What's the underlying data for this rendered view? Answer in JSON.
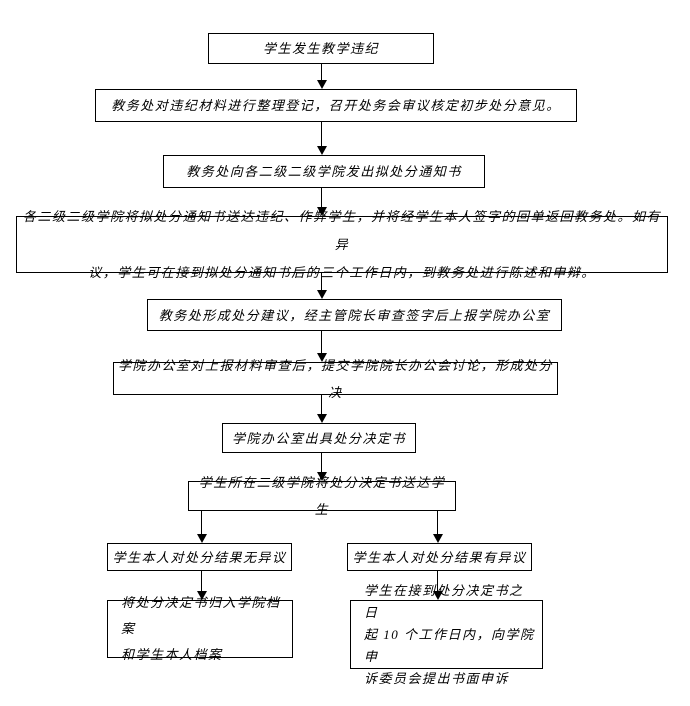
{
  "page": {
    "background_color": "#ffffff",
    "line_color": "#000000",
    "text_color": "#000000"
  },
  "flowchart": {
    "description": "学生教学违纪处分流程图",
    "nodes": {
      "n1": {
        "label": "学生发生教学违纪"
      },
      "n2": {
        "label": "教务处对违纪材料进行整理登记，召开处务会审议核定初步处分意见。"
      },
      "n3": {
        "label": "教务处向各二级二级学院发出拟处分通知书"
      },
      "n4": {
        "lines": [
          "各二级二级学院将拟处分通知书送达违纪、作弊学生，并将经学生本人签字的回单返回教务处。如有异",
          "议，学生可在接到拟处分通知书后的三个工作日内，到教务处进行陈述和申辩。"
        ]
      },
      "n5": {
        "label": "教务处形成处分建议，经主管院长审查签字后上报学院办公室"
      },
      "n6": {
        "label": "学院办公室对上报材料审查后，提交学院院长办公会讨论，形成处分决"
      },
      "n7": {
        "label": "学院办公室出具处分决定书"
      },
      "n8": {
        "label": "学生所在二级学院将处分决定书送达学生"
      },
      "n9": {
        "label": "学生本人对处分结果无异议"
      },
      "n10": {
        "label": "学生本人对处分结果有异议"
      },
      "n11": {
        "lines": [
          "将处分决定书归入学院档案",
          "和学生本人档案"
        ]
      },
      "n12": {
        "lines": [
          "学生在接到处分决定书之日",
          "起 10 个工作日内，向学院申",
          "诉委员会提出书面申诉"
        ]
      }
    },
    "edges": [
      {
        "from": "n1",
        "to": "n2"
      },
      {
        "from": "n2",
        "to": "n3"
      },
      {
        "from": "n3",
        "to": "n4"
      },
      {
        "from": "n4",
        "to": "n5"
      },
      {
        "from": "n5",
        "to": "n6"
      },
      {
        "from": "n6",
        "to": "n7"
      },
      {
        "from": "n7",
        "to": "n8"
      },
      {
        "from": "n8",
        "to": "n9"
      },
      {
        "from": "n8",
        "to": "n10"
      },
      {
        "from": "n9",
        "to": "n11"
      },
      {
        "from": "n10",
        "to": "n12"
      }
    ]
  }
}
